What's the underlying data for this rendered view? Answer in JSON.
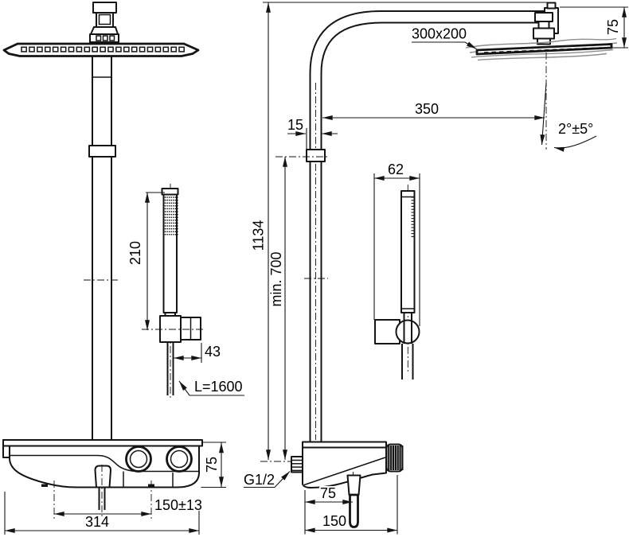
{
  "drawing": {
    "type": "technical-dimension-drawing",
    "front": {
      "hand_shower_length": "210",
      "holder_offset": "43",
      "hose_length": "L=1600",
      "body_height": "75",
      "connection_spacing": "150±13",
      "body_width": "314"
    },
    "side": {
      "head_size": "300x200",
      "head_height": "75",
      "head_reach": "350",
      "pipe_offset": "15",
      "head_tilt": "2°±5°",
      "hand_shower_depth": "62",
      "riser_height": "1134",
      "min_clearance": "min. 700",
      "inlet_thread": "G1/2",
      "spout_offset": "75",
      "body_depth": "150"
    }
  }
}
